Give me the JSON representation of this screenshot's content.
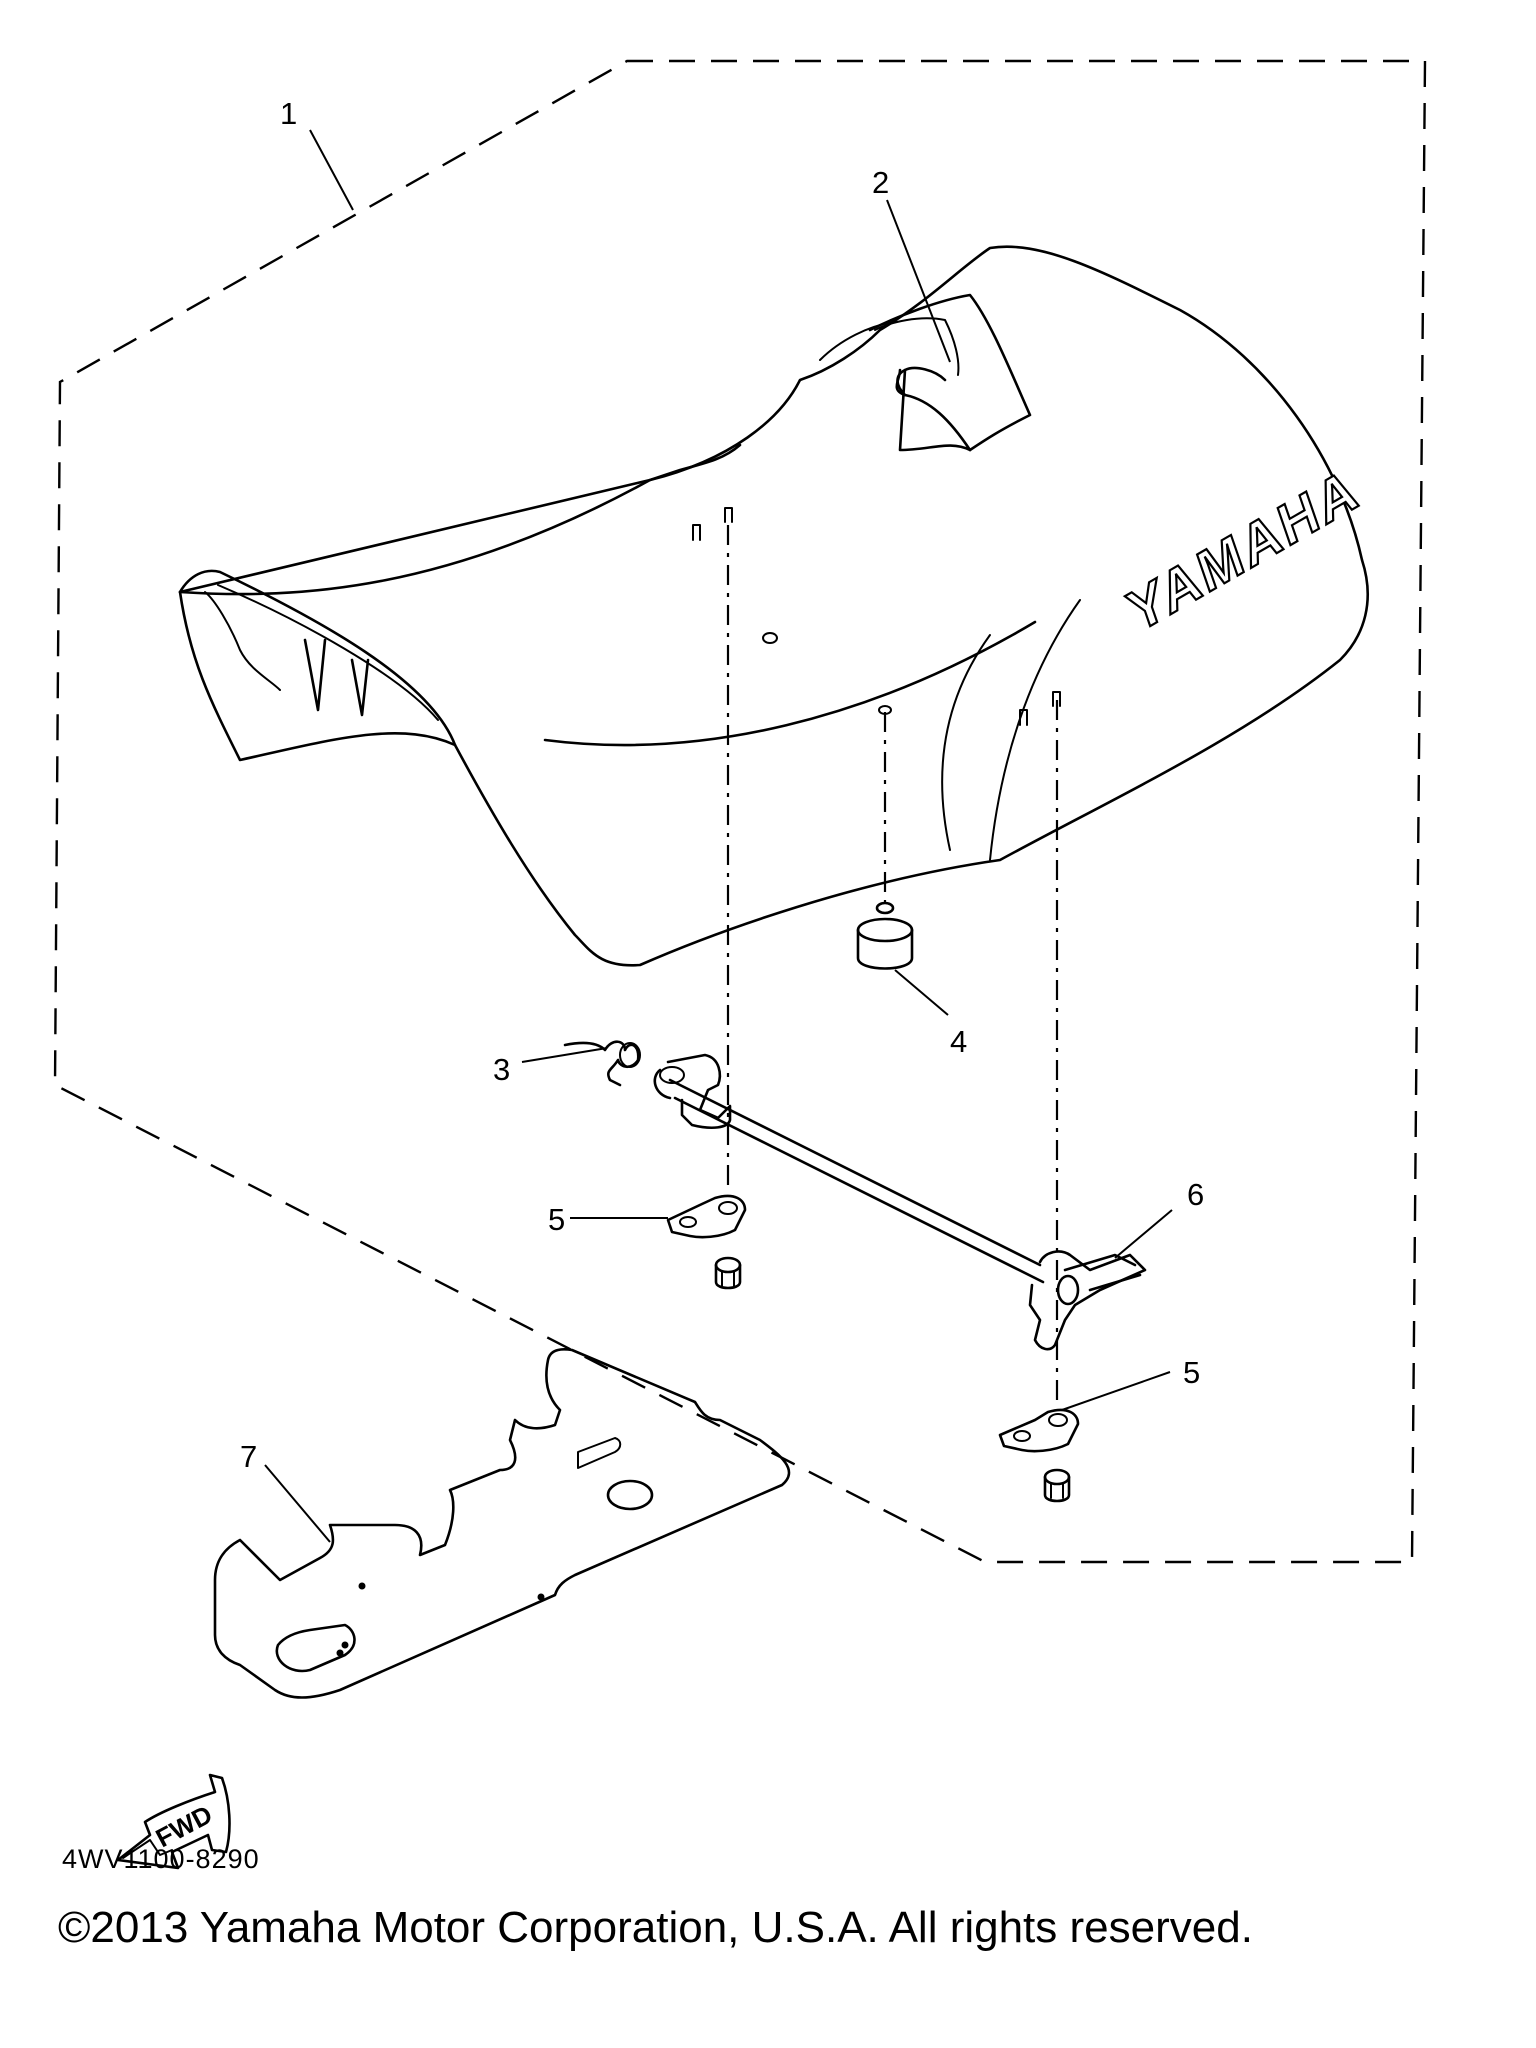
{
  "diagram": {
    "callouts": [
      "1",
      "2",
      "3",
      "4",
      "5",
      "6",
      "5",
      "7"
    ],
    "brand_text": "YAMAHA",
    "direction_label": "FWD",
    "diagram_code": "4WV1100-8290"
  },
  "footer": {
    "copyright": "©2013 Yamaha Motor Corporation, U.S.A. All rights reserved."
  }
}
